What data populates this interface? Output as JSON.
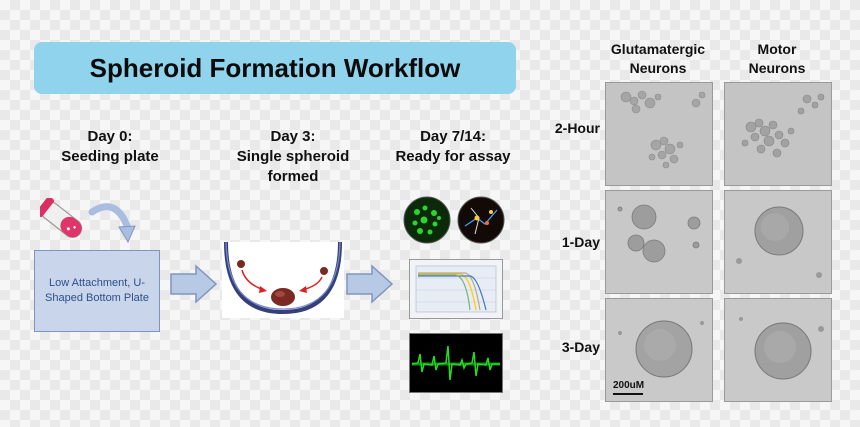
{
  "title": "Spheroid Formation Workflow",
  "steps": [
    {
      "line1": "Day 0:",
      "line2": "Seeding plate"
    },
    {
      "line1": "Day 3:",
      "line2": "Single spheroid",
      "line3": "formed"
    },
    {
      "line1": "Day 7/14:",
      "line2": "Ready for assay"
    }
  ],
  "plate_label": "Low Attachment, U-Shaped Bottom Plate",
  "columns": [
    {
      "line1": "Glutamatergic",
      "line2": "Neurons"
    },
    {
      "line1": "Motor",
      "line2": "Neurons"
    }
  ],
  "rows": [
    "2-Hour",
    "1-Day",
    "3-Day"
  ],
  "scale_bar": "200uM",
  "colors": {
    "banner": "#8fd3ec",
    "plate_box": "#c9d5ea",
    "plate_text": "#2d4f8e",
    "arrow": "#a9bde0",
    "spheroid": "#7a2a22",
    "trace_green": "#22dd22"
  }
}
